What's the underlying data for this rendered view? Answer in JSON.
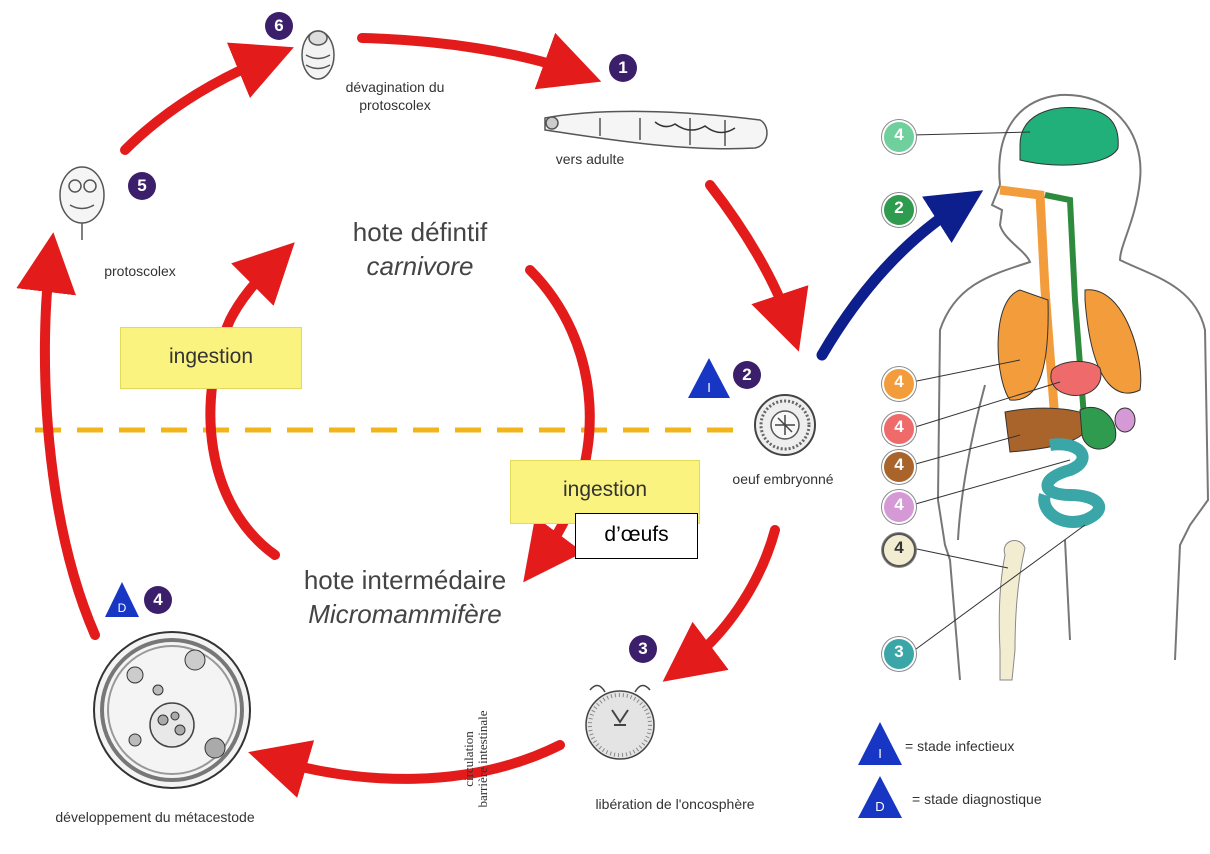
{
  "stages": {
    "s1": {
      "num": "1",
      "label": "vers adulte"
    },
    "s2": {
      "num": "2",
      "label": "oeuf embryonné",
      "mark": "I"
    },
    "s3": {
      "num": "3",
      "label": "libération de l'oncosphère"
    },
    "s4": {
      "num": "4",
      "label": "développement du métacestode",
      "mark": "D"
    },
    "s5": {
      "num": "5",
      "label": "protoscolex"
    },
    "s6": {
      "num": "6",
      "label_line1": "dévagination du",
      "label_line2": "protoscolex"
    }
  },
  "hosts": {
    "definitive": {
      "line1": "hote défintif",
      "line2": "carnivore"
    },
    "intermediate": {
      "line1": "hote intermédaire",
      "line2": "Micromammifère"
    }
  },
  "boxes": {
    "ingestion_upper": "ingestion",
    "ingestion_lower": "ingestion",
    "eggs": "d’œufs"
  },
  "transit": {
    "line1": "circulation",
    "line2": "barrière intestinale"
  },
  "body_markers": [
    {
      "num": "4",
      "color": "#6fcf9d",
      "organ": "brain"
    },
    {
      "num": "2",
      "color": "#2e9b4e",
      "organ": "entry"
    },
    {
      "num": "4",
      "color": "#f39c3b",
      "organ": "lungs"
    },
    {
      "num": "4",
      "color": "#ef6b6b",
      "organ": "heart"
    },
    {
      "num": "4",
      "color": "#a8642a",
      "organ": "liver"
    },
    {
      "num": "4",
      "color": "#d59ad6",
      "organ": "spleen"
    },
    {
      "num": "4",
      "color": "#f2edd0",
      "organ": "bone",
      "text_color": "#333"
    },
    {
      "num": "3",
      "color": "#3aa6a8",
      "organ": "intestine"
    }
  ],
  "legend": {
    "infective_mark": "I",
    "infective_label": "= stade infectieux",
    "diagnostic_mark": "D",
    "diagnostic_label": "= stade diagnostique"
  },
  "colors": {
    "cycle_arrow": "#e31b1b",
    "human_arrow": "#0d1f8c",
    "stage_badge": "#3b1f6b",
    "triangle": "#1836c4",
    "divider": "#f2b41b"
  }
}
